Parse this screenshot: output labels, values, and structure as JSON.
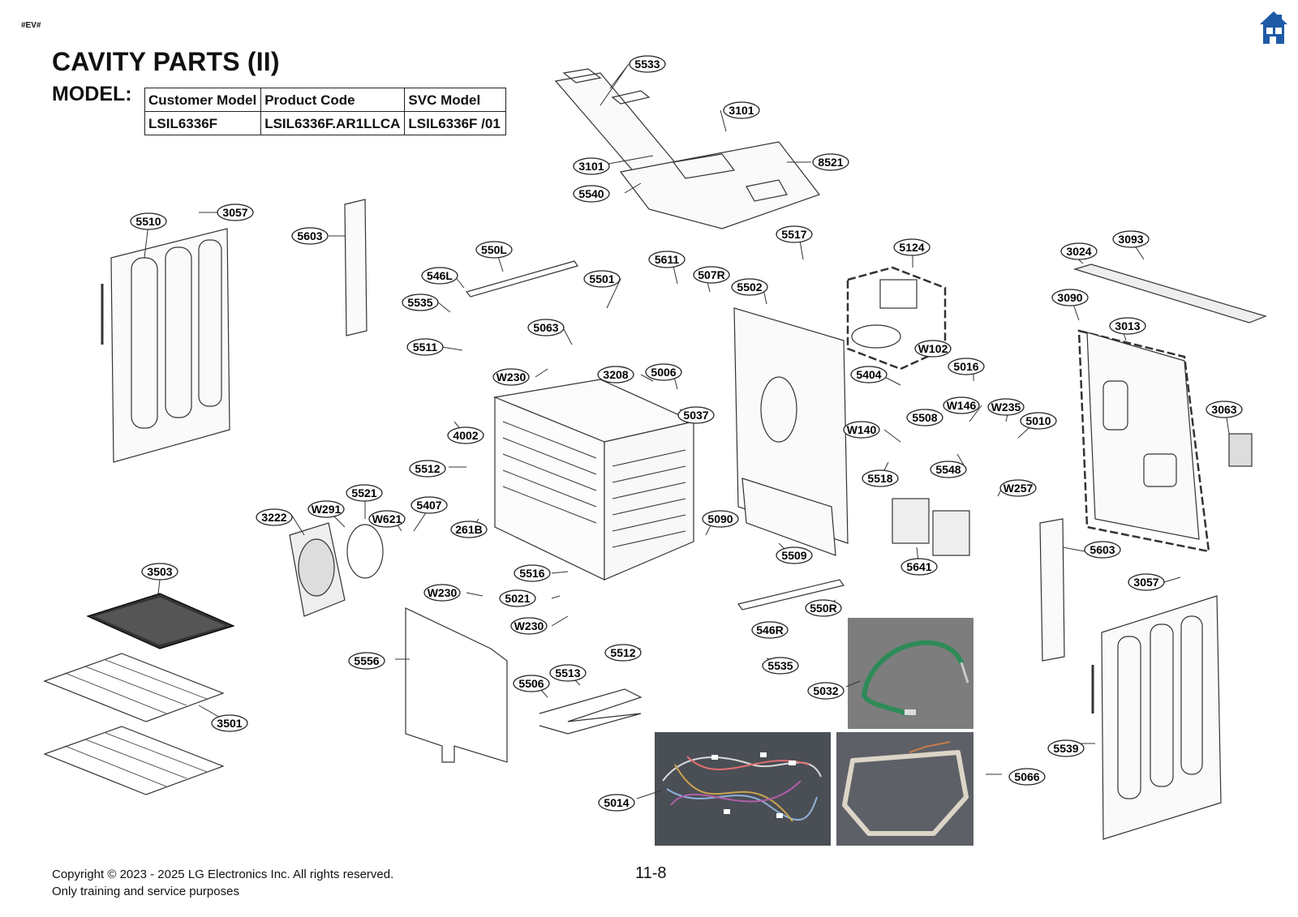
{
  "header": {
    "doc_code": "#EV#",
    "title": "CAVITY PARTS (II)",
    "model_label": "MODEL:"
  },
  "model_table": {
    "headers": [
      "Customer Model",
      "Product Code",
      "SVC Model"
    ],
    "row": [
      "LSIL6336F",
      "LSIL6336F.AR1LLCA",
      "LSIL6336F  /01"
    ]
  },
  "footer": {
    "copyright": "Copyright © 2023 - 2025 LG Electronics Inc. All rights reserved.",
    "note": "Only training and service purposes",
    "page_number": "11-8"
  },
  "icons": {
    "home": "home-icon"
  },
  "colors": {
    "home_icon": "#1f5aa6",
    "dashed_outline": "#222222",
    "photo_bg": "#6a6a6a",
    "harness_green": "#2e8b57"
  },
  "part_labels": [
    "5533",
    "3101",
    "3101",
    "8521",
    "5540",
    "5510",
    "3057",
    "5603",
    "550L",
    "546L",
    "5535",
    "5511",
    "5501",
    "5611",
    "507R",
    "5502",
    "5517",
    "5124",
    "3024",
    "3093",
    "3090",
    "3013",
    "5063",
    "W230",
    "3208",
    "5006",
    "5037",
    "5404",
    "W102",
    "5016",
    "W146",
    "W235",
    "5010",
    "W140",
    "5508",
    "5518",
    "5548",
    "W257",
    "4002",
    "5512",
    "3063",
    "5603",
    "5641",
    "5090",
    "5509",
    "3222",
    "W291",
    "5521",
    "W621",
    "5407",
    "261B",
    "3503",
    "5516",
    "W230",
    "5021",
    "W230",
    "550R",
    "546R",
    "5535",
    "3057",
    "5512",
    "5556",
    "5506",
    "5513",
    "5032",
    "3501",
    "5539",
    "5066",
    "5014"
  ]
}
